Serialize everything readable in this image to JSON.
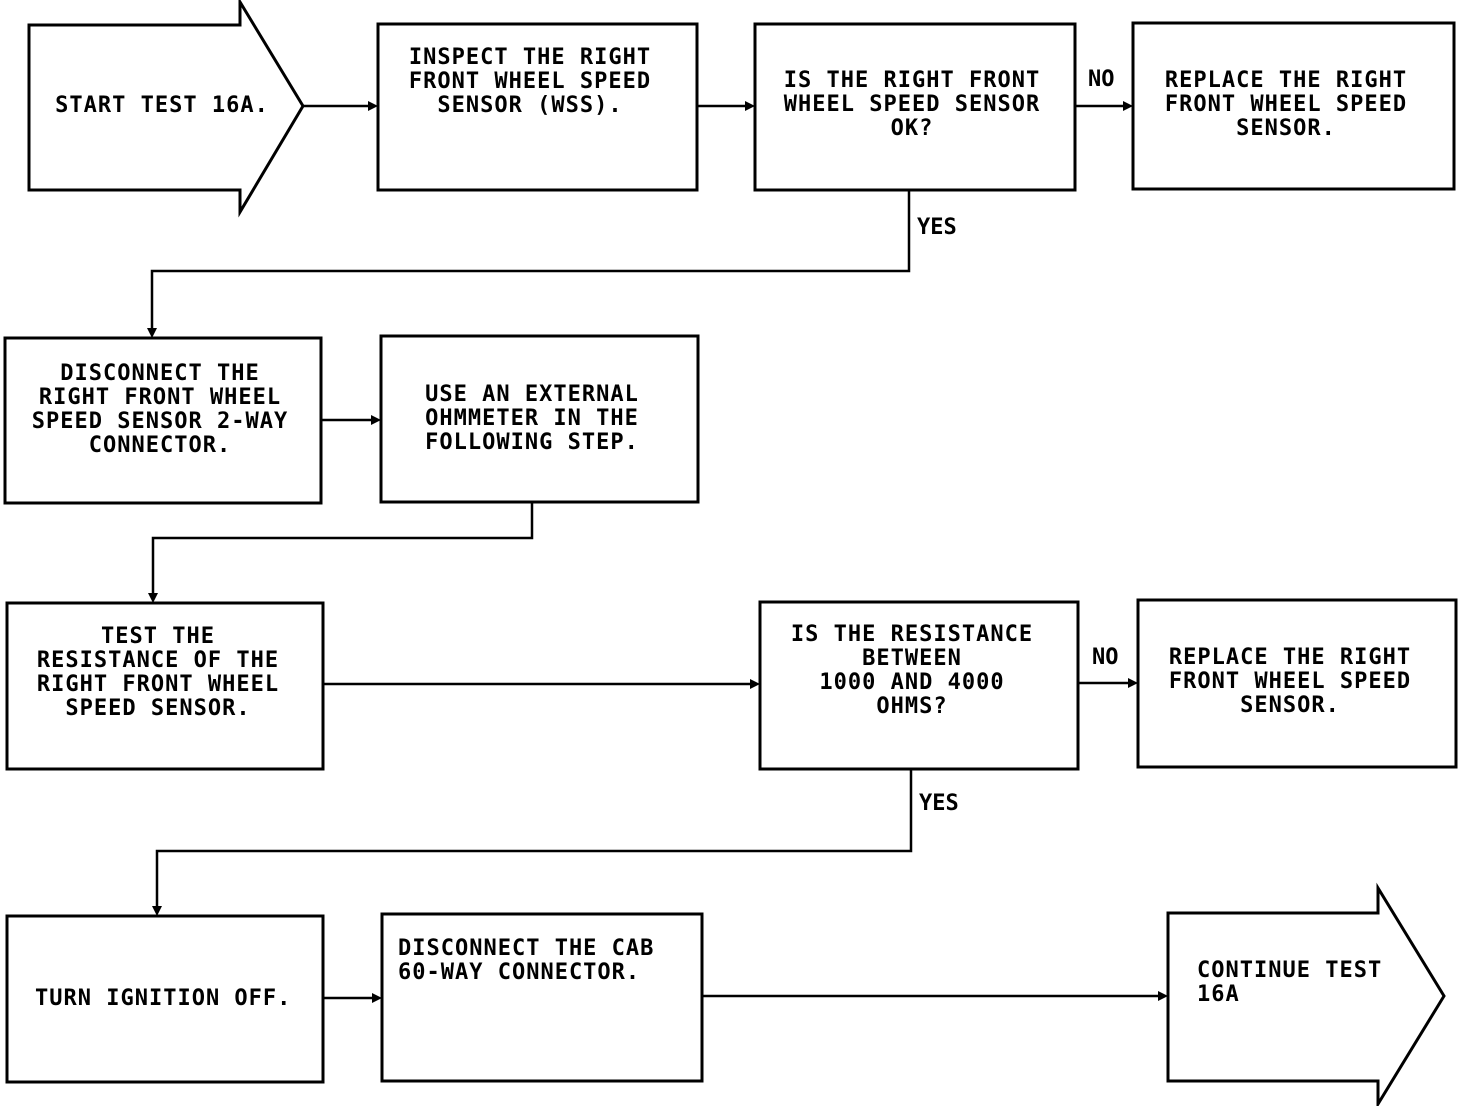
{
  "nodes": {
    "start": [
      "START TEST 16A."
    ],
    "inspect": [
      "INSPECT THE RIGHT",
      "FRONT WHEEL SPEED",
      "SENSOR (WSS)."
    ],
    "q_ok": [
      "IS THE RIGHT FRONT",
      "WHEEL SPEED SENSOR",
      "OK?"
    ],
    "replace1": [
      "REPLACE THE RIGHT",
      "FRONT WHEEL SPEED",
      "SENSOR."
    ],
    "disconnect_wss": [
      "DISCONNECT THE",
      "RIGHT FRONT WHEEL",
      "SPEED SENSOR 2-WAY",
      "CONNECTOR."
    ],
    "ohmmeter": [
      "USE AN EXTERNAL",
      "OHMMETER IN THE",
      "FOLLOWING STEP."
    ],
    "test_res": [
      "TEST THE",
      "RESISTANCE OF THE",
      "RIGHT FRONT WHEEL",
      "SPEED SENSOR."
    ],
    "q_res": [
      "IS THE RESISTANCE",
      "BETWEEN",
      "1000 AND 4000",
      "OHMS?"
    ],
    "replace2": [
      "REPLACE THE RIGHT",
      "FRONT WHEEL SPEED",
      "SENSOR."
    ],
    "ign_off": [
      "TURN IGNITION OFF."
    ],
    "disconnect_cab": [
      "DISCONNECT THE CAB",
      "60-WAY CONNECTOR."
    ],
    "continue": [
      "CONTINUE TEST",
      "16A"
    ]
  },
  "edge_labels": {
    "no1": "NO",
    "yes1": "YES",
    "no2": "NO",
    "yes2": "YES"
  }
}
